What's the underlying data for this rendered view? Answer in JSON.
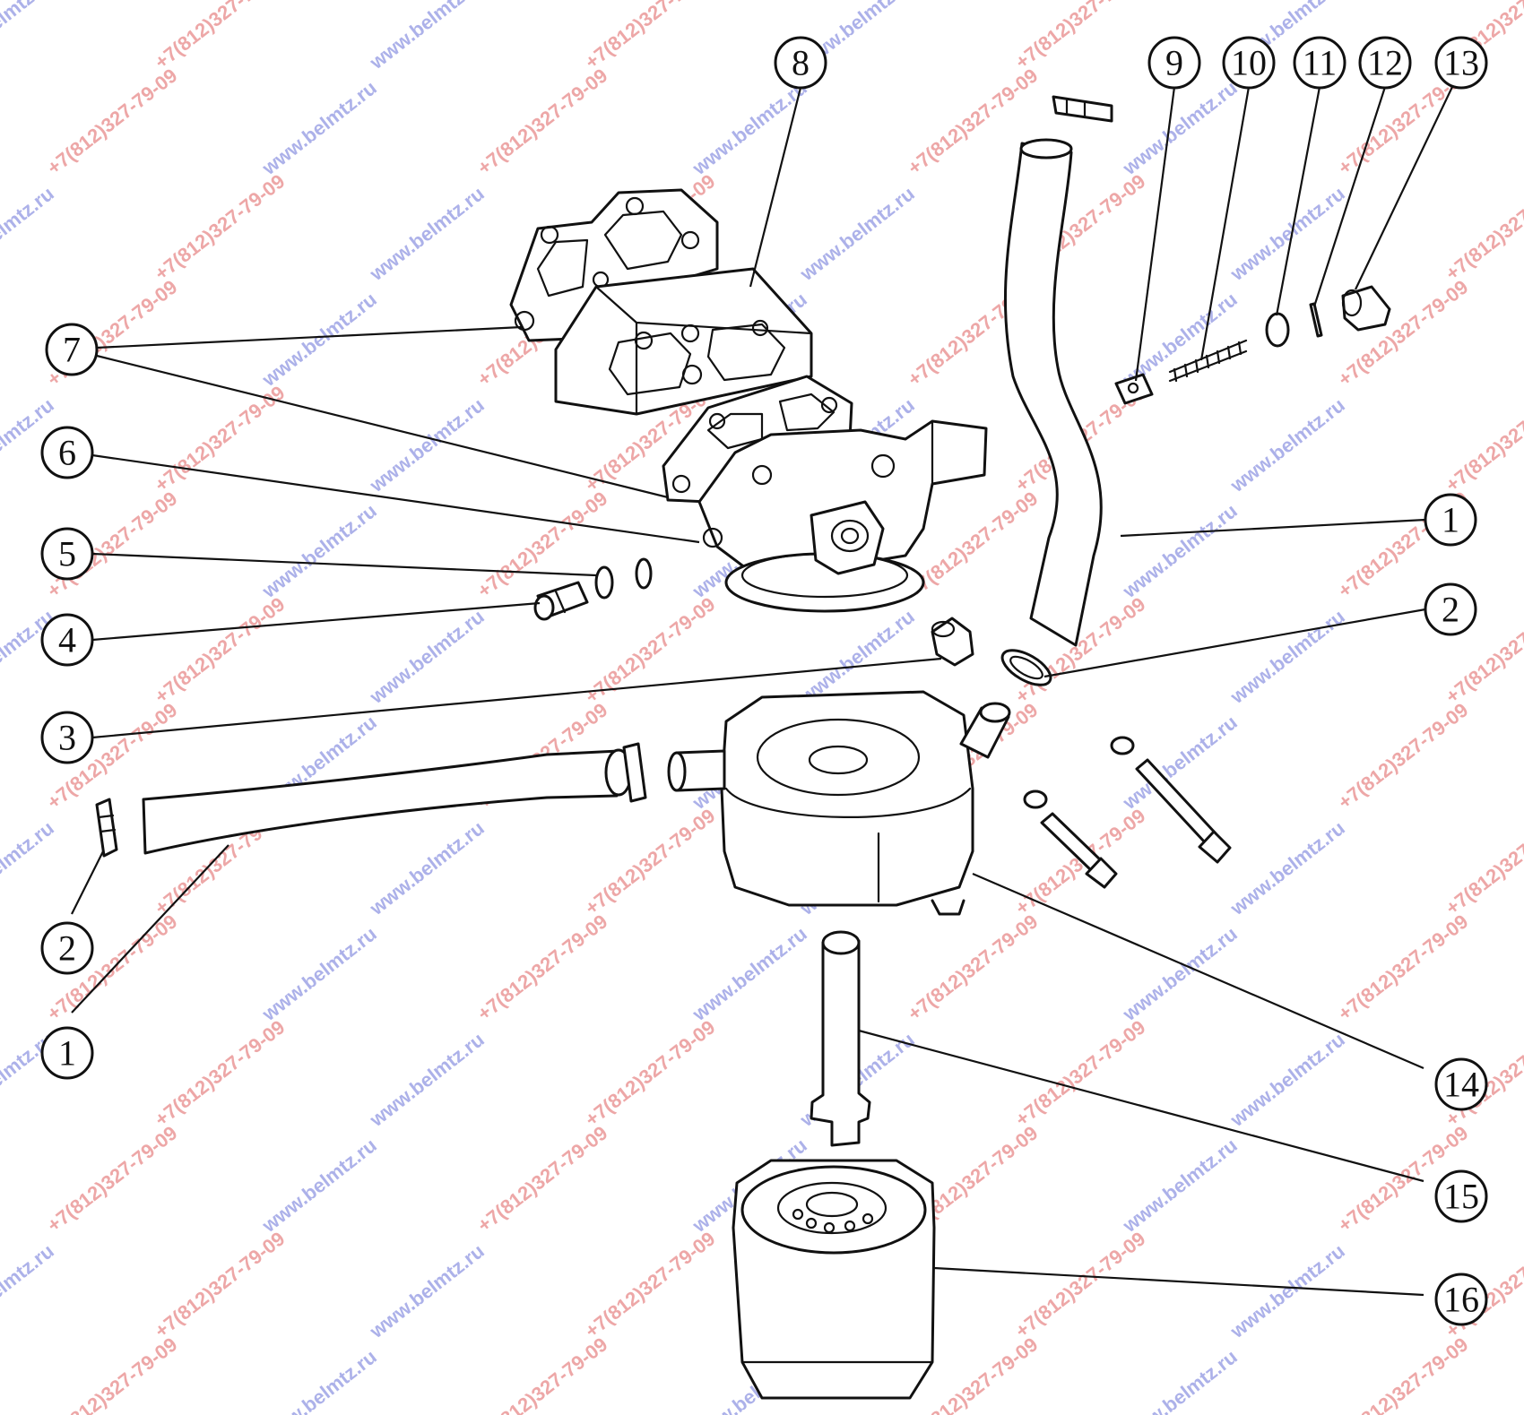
{
  "colors": {
    "line": "#111111",
    "background": "#ffffff",
    "watermark_red": "#e06060",
    "watermark_blue": "#6a72d8"
  },
  "watermarks": {
    "site": "www.belmtz.ru",
    "phone": "+7(812)327-79-09"
  },
  "callouts": [
    {
      "id": "c8",
      "label": "8"
    },
    {
      "id": "c9",
      "label": "9"
    },
    {
      "id": "c10",
      "label": "10"
    },
    {
      "id": "c11",
      "label": "11"
    },
    {
      "id": "c12",
      "label": "12"
    },
    {
      "id": "c13",
      "label": "13"
    },
    {
      "id": "c7",
      "label": "7"
    },
    {
      "id": "c6",
      "label": "6"
    },
    {
      "id": "c5",
      "label": "5"
    },
    {
      "id": "c4",
      "label": "4"
    },
    {
      "id": "c3",
      "label": "3"
    },
    {
      "id": "c1a",
      "label": "1"
    },
    {
      "id": "c2a",
      "label": "2"
    },
    {
      "id": "c2b",
      "label": "2"
    },
    {
      "id": "c1b",
      "label": "1"
    },
    {
      "id": "c14",
      "label": "14"
    },
    {
      "id": "c15",
      "label": "15"
    },
    {
      "id": "c16",
      "label": "16"
    }
  ]
}
